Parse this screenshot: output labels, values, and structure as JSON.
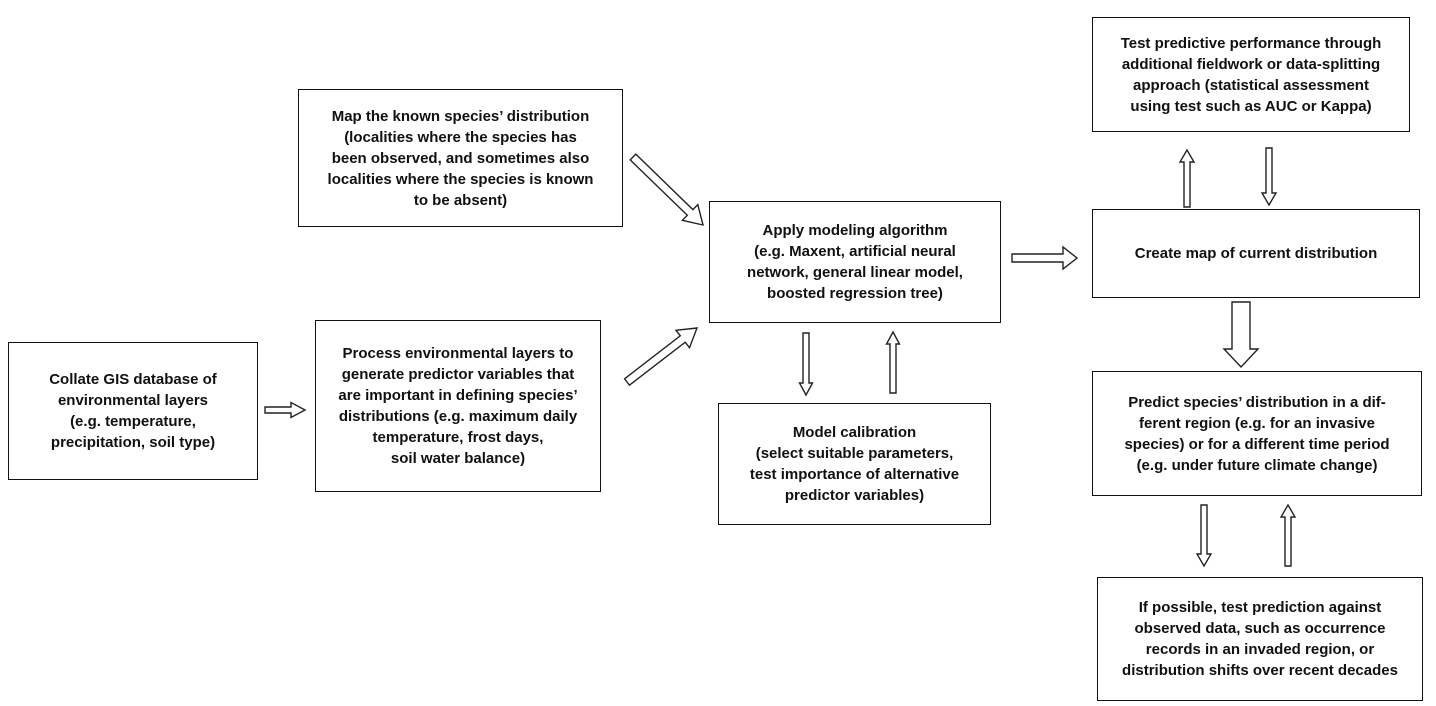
{
  "diagram": {
    "boxes": {
      "map_known": {
        "lines": [
          "Map the known species’ distribution",
          "(localities where the species has",
          "been observed, and sometimes also",
          "localities where the species is known",
          "to be absent)"
        ]
      },
      "collate_gis": {
        "lines": [
          "Collate GIS database of",
          "environmental layers",
          "(e.g. temperature,",
          "precipitation, soil type)"
        ]
      },
      "process_env": {
        "lines": [
          "Process environmental layers to",
          "generate predictor variables that",
          "are important in defining species’",
          "distributions (e.g. maximum daily",
          "temperature, frost days,",
          "soil water balance)"
        ]
      },
      "apply_model": {
        "lines": [
          "Apply modeling algorithm",
          "(e.g. Maxent, artificial neural",
          "network, general linear model,",
          "boosted regression tree)"
        ]
      },
      "model_calibration": {
        "lines": [
          "Model calibration",
          "(select suitable parameters,",
          "test importance of alternative",
          "predictor variables)"
        ]
      },
      "test_predictive": {
        "lines": [
          "Test predictive performance through",
          "additional fieldwork or data-splitting",
          "approach (statistical assessment",
          "using test such as AUC or Kappa)"
        ]
      },
      "create_map": {
        "lines": [
          "Create map of current distribution"
        ]
      },
      "predict_species": {
        "lines": [
          "Predict species’ distribution in a dif-",
          "ferent region (e.g. for an invasive",
          "species) or for a different time period",
          "(e.g. under future climate change)"
        ]
      },
      "if_possible": {
        "lines": [
          "If possible, test prediction against",
          "observed data, such as occurrence",
          "records in an invaded region, or",
          "distribution shifts over recent decades"
        ]
      }
    },
    "arrows": [
      {
        "from": "collate_gis",
        "to": "process_env"
      },
      {
        "from": "map_known",
        "to": "apply_model"
      },
      {
        "from": "process_env",
        "to": "apply_model"
      },
      {
        "from": "apply_model",
        "to": "model_calibration"
      },
      {
        "from": "model_calibration",
        "to": "apply_model"
      },
      {
        "from": "apply_model",
        "to": "create_map"
      },
      {
        "from": "create_map",
        "to": "test_predictive"
      },
      {
        "from": "test_predictive",
        "to": "create_map"
      },
      {
        "from": "create_map",
        "to": "predict_species"
      },
      {
        "from": "predict_species",
        "to": "if_possible"
      },
      {
        "from": "if_possible",
        "to": "predict_species"
      }
    ]
  }
}
